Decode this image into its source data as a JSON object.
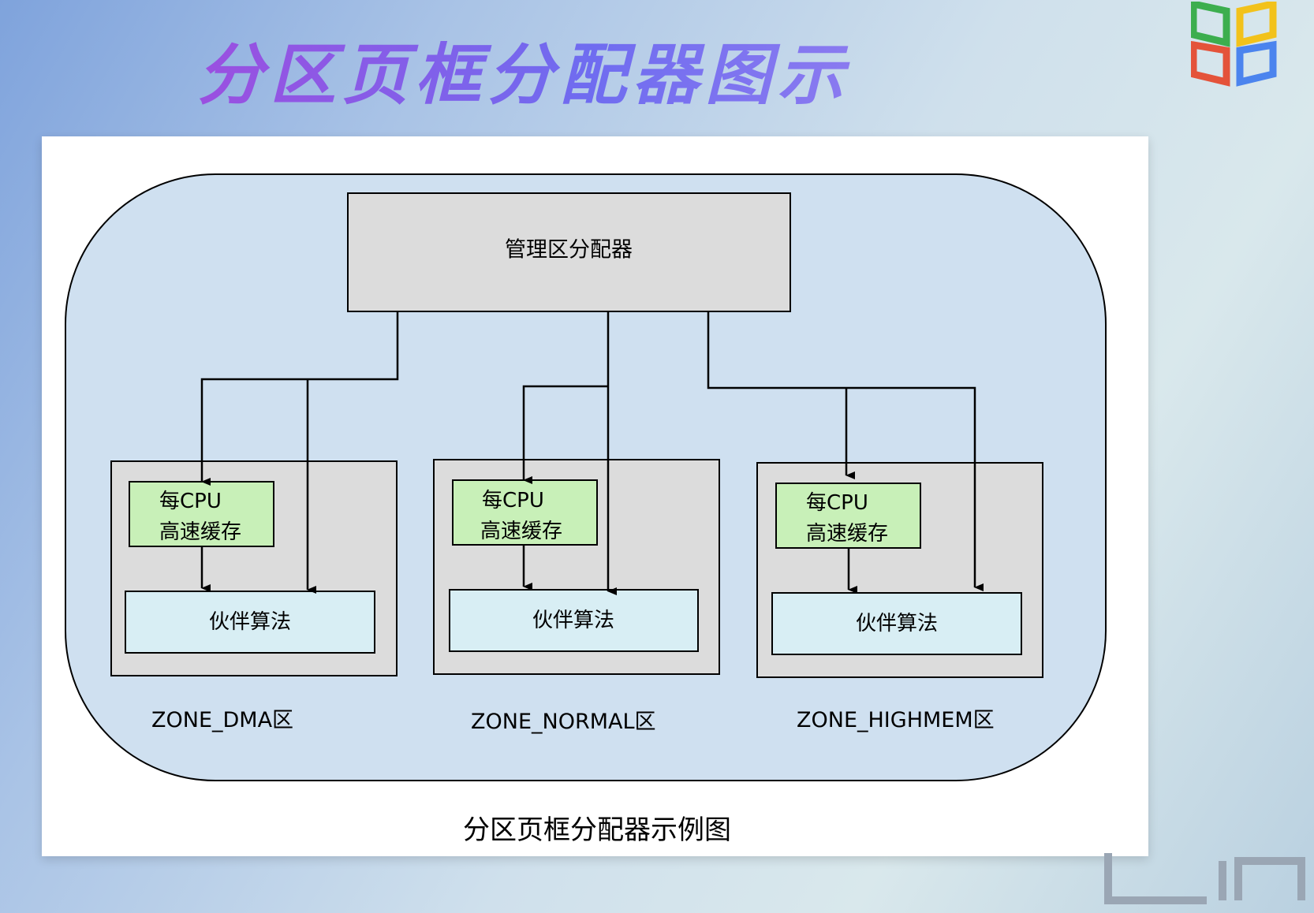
{
  "slide_title": "分区页框分配器图示",
  "diagram": {
    "manager": "管理区分配器",
    "zones": [
      {
        "label": "ZONE_DMA区",
        "cache_line1": "每CPU",
        "cache_line2": "高速缓存",
        "buddy": "伙伴算法"
      },
      {
        "label": "ZONE_NORMAL区",
        "cache_line1": "每CPU",
        "cache_line2": "高速缓存",
        "buddy": "伙伴算法"
      },
      {
        "label": "ZONE_HIGHMEM区",
        "cache_line1": "每CPU",
        "cache_line2": "高速缓存",
        "buddy": "伙伴算法"
      }
    ],
    "caption": "分区页框分配器示例图"
  },
  "colors": {
    "capsule": "#cfe0f0",
    "zone": "#dcdcdc",
    "cache": "#c8f0b8",
    "buddy": "#d8eef4",
    "manager": "#dcdcdc"
  }
}
